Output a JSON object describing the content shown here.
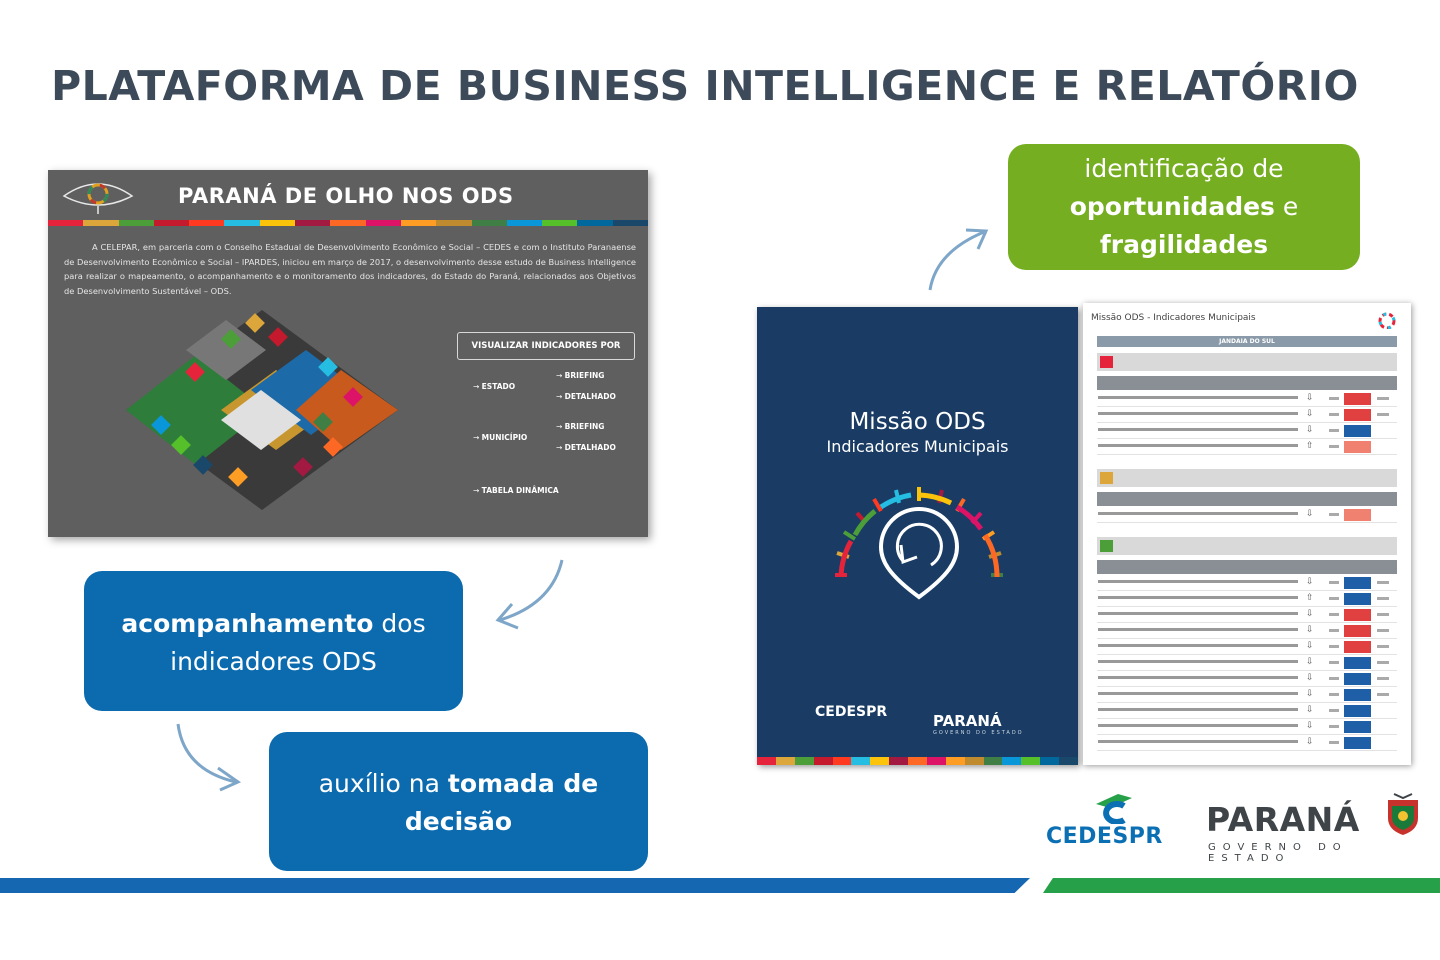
{
  "slide": {
    "title": "PLATAFORMA DE BUSINESS INTELLIGENCE E RELATÓRIO"
  },
  "panel": {
    "title": "PARANÁ DE OLHO NOS ODS",
    "description": "A CELEPAR, em parceria com o Conselho Estadual de Desenvolvimento Econômico e Social – CEDES e com o Instituto Paranaense de Desenvolvimento Econômico e Social – IPARDES, iniciou em março de 2017, o desenvolvimento desse estudo de Business Intelligence para realizar o mapeamento, o acompanhamento e o monitoramento dos indicadores, do Estado do Paraná, relacionados aos Objetivos de Desenvolvimento Sustentável – ODS.",
    "view_button": "VISUALIZAR INDICADORES POR",
    "nav": {
      "estado": "ESTADO",
      "municipio": "MUNICÍPIO",
      "tabela": "TABELA DINÂMICA",
      "briefing1": "BRIEFING",
      "detalhado1": "DETALHADO",
      "briefing2": "BRIEFING",
      "detalhado2": "DETALHADO"
    }
  },
  "boxes": {
    "green": {
      "line1": "identificação de",
      "bold1": "oportunidades",
      "rest2": " e",
      "bold2": "fragilidades"
    },
    "blue1": {
      "bold": "acompanhamento",
      "rest1": " dos",
      "line2": "indicadores ODS"
    },
    "blue2": {
      "pre": "auxílio na ",
      "bold1": "tomada de",
      "bold2": "decisão"
    }
  },
  "cover": {
    "title": "Missão ODS",
    "subtitle": "Indicadores Municipais",
    "cedes": "CEDESPR",
    "parana": "PARANÁ",
    "gov": "GOVERNO DO ESTADO"
  },
  "report": {
    "title": "Missão ODS - Indicadores Municipais",
    "municipality": "JANDAIA DO SUL"
  },
  "logos": {
    "cedes": "CEDESPR",
    "parana": "PARANÁ",
    "gov": "GOVERNO DO ESTADO"
  },
  "colors": {
    "title": "#3c4a5a",
    "green_box": "#76ae22",
    "blue_box": "#0c6bae",
    "cover": "#1a3c64",
    "band_blue": "#1467b0",
    "band_green": "#27a04a"
  }
}
